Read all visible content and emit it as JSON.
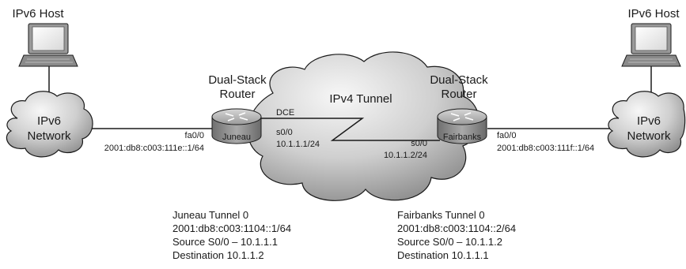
{
  "left_host": {
    "label": "IPv6 Host"
  },
  "right_host": {
    "label": "IPv6 Host"
  },
  "left_network": {
    "line1": "IPv6",
    "line2": "Network"
  },
  "right_network": {
    "line1": "IPv6",
    "line2": "Network"
  },
  "tunnel_cloud": {
    "label": "IPv4 Tunnel"
  },
  "left_router": {
    "role_line1": "Dual-Stack",
    "role_line2": "Router",
    "name": "Juneau",
    "dce": "DCE",
    "lan_if": "fa0/0",
    "lan_addr": "2001:db8:c003:111e::1/64",
    "wan_if": "s0/0",
    "wan_addr": "10.1.1.1/24"
  },
  "right_router": {
    "role_line1": "Dual-Stack",
    "role_line2": "Router",
    "name": "Fairbanks",
    "lan_if": "fa0/0",
    "lan_addr": "2001:db8:c003:111f::1/64",
    "wan_if": "s0/0",
    "wan_addr": "10.1.1.2/24"
  },
  "juneau_tunnel": {
    "title": "Juneau Tunnel 0",
    "ipv6": "2001:db8:c003:1104::1/64",
    "source": "Source S0/0 – 10.1.1.1",
    "destination": "Destination 10.1.1.2"
  },
  "fairbanks_tunnel": {
    "title": "Fairbanks Tunnel 0",
    "ipv6": "2001:db8:c003:1104::2/64",
    "source": "Source S0/0 – 10.1.1.2",
    "destination": "Destination 10.1.1.1"
  },
  "colors": {
    "cloud_fill_start": "#f2f2f2",
    "cloud_fill_end": "#9a9a9a",
    "router_body": "#8c8c8c",
    "line": "#1a1a1a"
  }
}
